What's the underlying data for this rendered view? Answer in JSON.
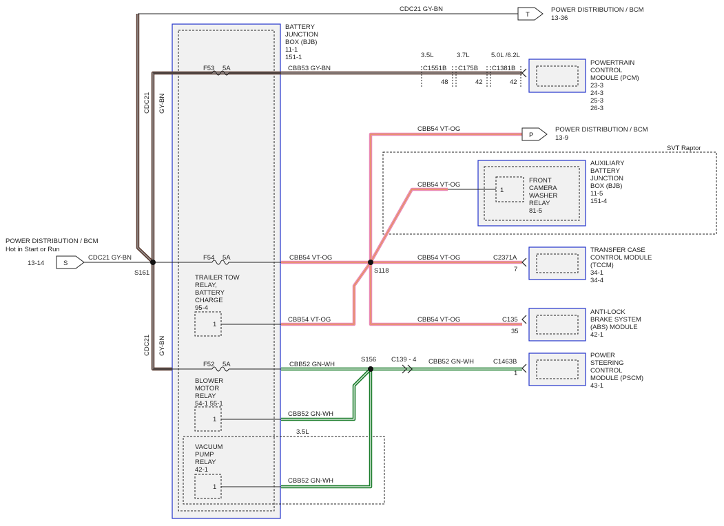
{
  "wires": {
    "cdc21": "CDC21",
    "gy_bn": "GY-BN",
    "cdc21_gy_bn": "CDC21  GY-BN",
    "cbb53_gy_bn": "CBB53   GY-BN",
    "cbb54_vt_og": "CBB54   VT-OG",
    "cbb52_gn_wh": "CBB52   GN-WH"
  },
  "bjb": {
    "title_lines": [
      "BATTERY",
      "JUNCTION",
      "BOX (BJB)",
      "11-1",
      "151-1"
    ],
    "fuses": [
      {
        "id": "F53",
        "rating": "5A"
      },
      {
        "id": "F54",
        "rating": "5A"
      },
      {
        "id": "F52",
        "rating": "5A"
      }
    ],
    "trailer_relay_lines": [
      "TRAILER TOW",
      "RELAY,",
      "BATTERY",
      "CHARGE",
      "95-4"
    ],
    "blower_relay_lines": [
      "BLOWER",
      "MOTOR",
      "RELAY",
      "54-1  55-1"
    ],
    "vacuum_relay_lines": [
      "VACUUM",
      "PUMP",
      "RELAY",
      "42-1"
    ],
    "pin": "1"
  },
  "power_dist_left": {
    "title": "POWER DISTRIBUTION / BCM",
    "subtitle": "Hot in Start or Run",
    "ref": "13-14",
    "connector": "S"
  },
  "power_dist_top": {
    "title": "POWER DISTRIBUTION / BCM",
    "ref": "13-36",
    "connector": "T"
  },
  "power_dist_p": {
    "title": "POWER DISTRIBUTION / BCM",
    "ref": "13-9",
    "connector": "P"
  },
  "splices": {
    "s161": "S161",
    "s118": "S118",
    "s156": "S156"
  },
  "pcm": {
    "variants": [
      "3.5L",
      "3.7L",
      "5.0L /6.2L"
    ],
    "connectors": [
      "C1551B",
      "C175B",
      "C1381B"
    ],
    "pins": [
      "48",
      "42",
      "42"
    ],
    "label_lines": [
      "POWERTRAIN",
      "CONTROL",
      "MODULE (PCM)",
      "23-3",
      "24-3",
      "25-3",
      "26-3"
    ]
  },
  "svt": {
    "label": "SVT Raptor",
    "camera_relay_lines": [
      "FRONT",
      "CAMERA",
      "WASHER",
      "RELAY",
      "81-5"
    ],
    "pin": "1",
    "aux_bjb_lines": [
      "AUXILIARY",
      "BATTERY",
      "JUNCTION",
      "BOX (BJB)",
      "11-5",
      "151-4"
    ]
  },
  "tccm": {
    "connector": "C2371A",
    "pin": "7",
    "label_lines": [
      "TRANSFER CASE",
      "CONTROL MODULE",
      "(TCCM)",
      "34-1",
      "34-4"
    ]
  },
  "abs": {
    "connector": "C135",
    "pin": "35",
    "label_lines": [
      "ANTI-LOCK",
      "BRAKE SYSTEM",
      "(ABS) MODULE",
      "42-1"
    ]
  },
  "pscm": {
    "inline_connector": "C139 - 4",
    "connector": "C1463B",
    "pin": "1",
    "label_lines": [
      "POWER",
      "STEERING",
      "CONTROL",
      "MODULE (PSCM)",
      "43-1"
    ]
  },
  "vacuum_option": "3.5L",
  "colors": {
    "gy_bn_wire": "#5a3a30",
    "gy_bn_core": "#9a9a9a",
    "vt_og_wire": "#e98ab4",
    "vt_og_stripe": "#e8984a",
    "gn_wh_wire": "#1c7d2c",
    "gn_wh_stripe": "#ffffff",
    "module_border": "#2233cc",
    "module_fill": "#f1f1f1"
  }
}
